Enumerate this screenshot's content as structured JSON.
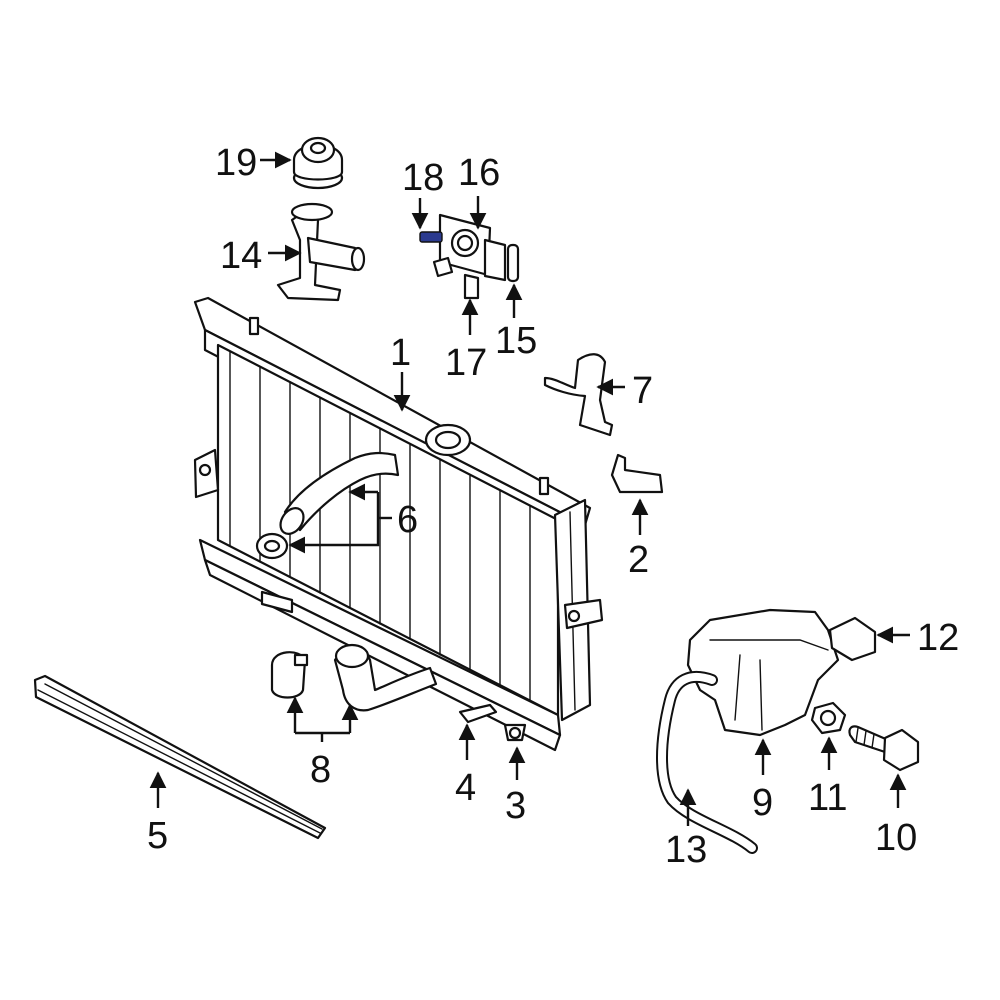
{
  "callouts": [
    "1",
    "2",
    "3",
    "4",
    "5",
    "6",
    "7",
    "8",
    "9",
    "10",
    "11",
    "12",
    "13",
    "14",
    "15",
    "16",
    "17",
    "18",
    "19"
  ],
  "colors": {
    "line": "#111111",
    "background": "#ffffff",
    "highlight": "#2b3a8f"
  }
}
